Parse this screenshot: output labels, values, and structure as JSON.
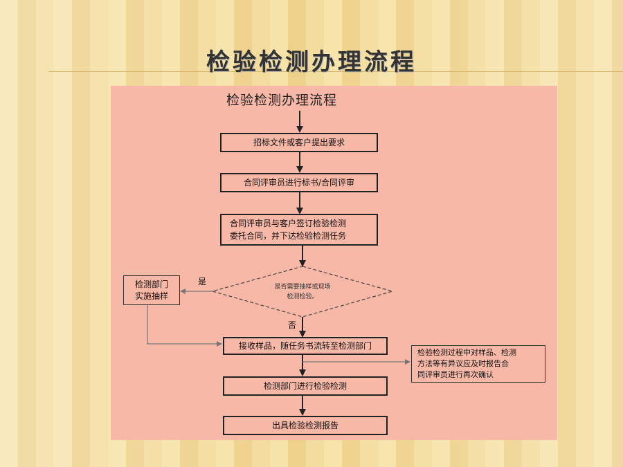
{
  "slide": {
    "title": "检验检测办理流程"
  },
  "diagram": {
    "title": "检验检测办理流程",
    "steps": [
      "招标文件或客户提出要求",
      "合同评审员进行标书/合同评审",
      "合同评审员与客户签订检验检测\n委托合同，并下达检验检测任务",
      "接收样品，随任务书流转至检测部门",
      "检测部门进行检验检测",
      "出具检验检测报告"
    ],
    "decision": "是否需要抽样或现场\n检测检验。",
    "branch_yes_label": "是",
    "branch_no_label": "否",
    "sampling_box": "检测部门\n实施抽样",
    "note": "检验检测过程中对样品、检测\n方法等有异议应及时报告合\n同评审员进行再次确认"
  }
}
